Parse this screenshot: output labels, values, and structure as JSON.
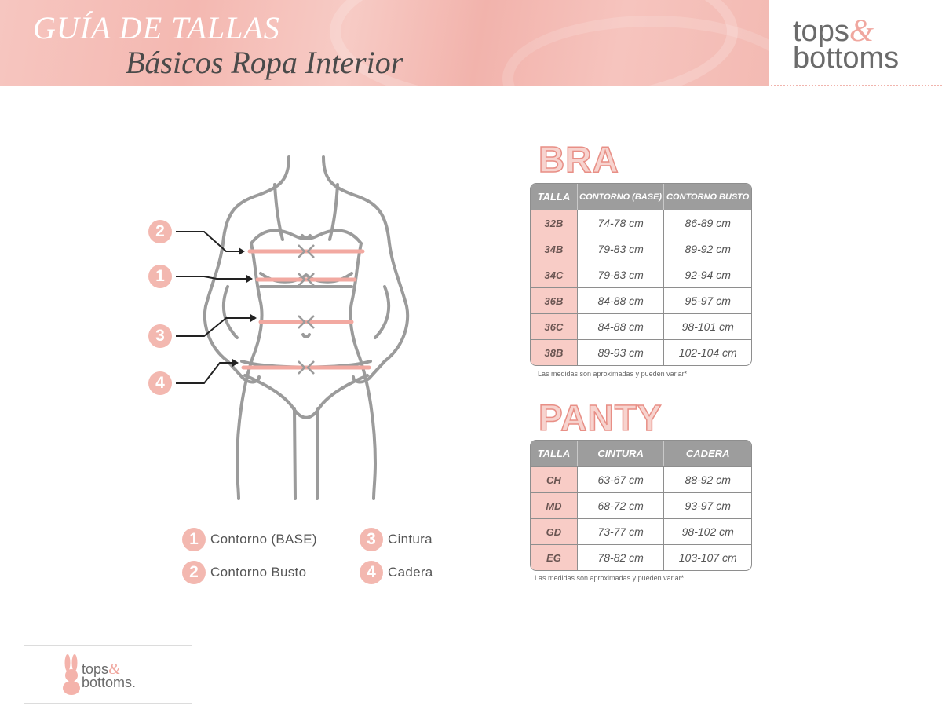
{
  "header": {
    "title_line1": "GUÍA DE TALLAS",
    "title_line2": "Básicos Ropa Interior",
    "logo": {
      "word1": "tops",
      "amp": "&",
      "word2": "bottoms"
    }
  },
  "figure": {
    "markers": [
      "2",
      "1",
      "3",
      "4"
    ]
  },
  "legend": [
    {
      "num": "1",
      "label": "Contorno (BASE)"
    },
    {
      "num": "2",
      "label": "Contorno Busto"
    },
    {
      "num": "3",
      "label": "Cintura"
    },
    {
      "num": "4",
      "label": "Cadera"
    }
  ],
  "bra": {
    "title": "BRA",
    "headers": [
      "TALLA",
      "CONTORNO (BASE)",
      "CONTORNO BUSTO"
    ],
    "rows": [
      [
        "32B",
        "74-78 cm",
        "86-89 cm"
      ],
      [
        "34B",
        "79-83 cm",
        "89-92 cm"
      ],
      [
        "34C",
        "79-83 cm",
        "92-94 cm"
      ],
      [
        "36B",
        "84-88 cm",
        "95-97 cm"
      ],
      [
        "36C",
        "84-88 cm",
        "98-101 cm"
      ],
      [
        "38B",
        "89-93 cm",
        "102-104 cm"
      ]
    ],
    "note": "Las medidas son aproximadas y pueden variar*"
  },
  "panty": {
    "title": "PANTY",
    "headers": [
      "TALLA",
      "CINTURA",
      "CADERA"
    ],
    "rows": [
      [
        "CH",
        "63-67 cm",
        "88-92 cm"
      ],
      [
        "MD",
        "68-72 cm",
        "93-97 cm"
      ],
      [
        "GD",
        "73-77 cm",
        "98-102 cm"
      ],
      [
        "EG",
        "78-82 cm",
        "103-107 cm"
      ]
    ],
    "note": "Las medidas son aproximadas y pueden variar*"
  },
  "footer_logo": {
    "word1": "tops",
    "amp": "&",
    "word2": "bottoms."
  },
  "colors": {
    "accent": "#f3b8b0",
    "header_gray": "#9d9d9d",
    "cell_pink": "#f8ccc6"
  }
}
